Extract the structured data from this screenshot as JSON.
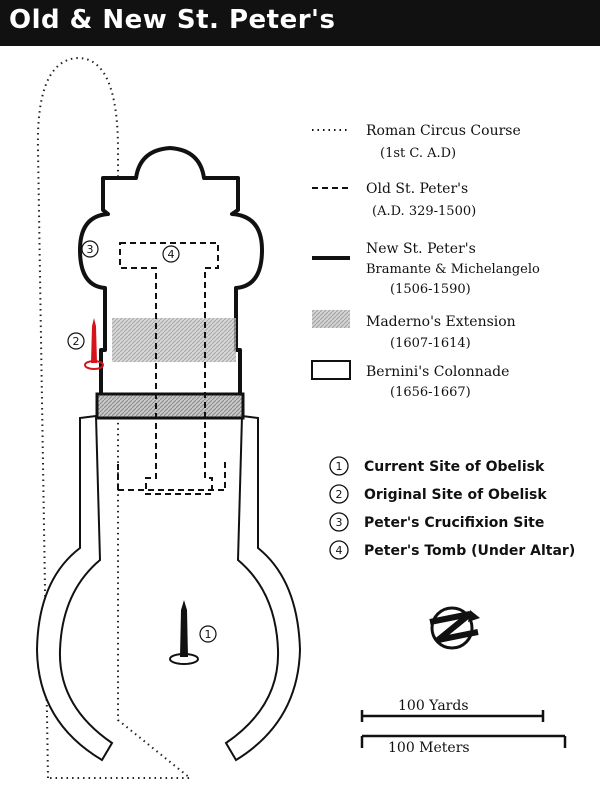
{
  "title": "Old & New St. Peter's",
  "legend": [
    {
      "name": "roman-circus",
      "label": "Roman Circus Course",
      "sub": "(1st C. A.D)"
    },
    {
      "name": "old-st-peters",
      "label": "Old St. Peter's",
      "sub": "(A.D. 329-1500)"
    },
    {
      "name": "new-st-peters",
      "label": "New St. Peter's",
      "sub": "Bramante & Michelangelo",
      "sub2": "(1506-1590)"
    },
    {
      "name": "maderno-extension",
      "label": "Maderno's Extension",
      "sub": "(1607-1614)"
    },
    {
      "name": "bernini-colonnade",
      "label": "Bernini's Colonnade",
      "sub": "(1656-1667)"
    }
  ],
  "key": [
    {
      "num": "1",
      "label": "Current Site of Obelisk"
    },
    {
      "num": "2",
      "label": "Original Site of Obelisk"
    },
    {
      "num": "3",
      "label": "Peter's Crucifixion Site"
    },
    {
      "num": "4",
      "label": "Peter's Tomb (Under Altar)"
    }
  ],
  "map_markers": {
    "m1": "1",
    "m2": "2",
    "m3": "3",
    "m4": "4"
  },
  "scale": {
    "yards": "100 Yards",
    "meters": "100 Meters"
  },
  "colors": {
    "header_bg": "#111111",
    "obelisk_red": "#d4161c",
    "maderno_fill": "#b5b5b5"
  },
  "icons": {
    "north": "north-arrow-icon",
    "obelisk": "obelisk-icon"
  }
}
